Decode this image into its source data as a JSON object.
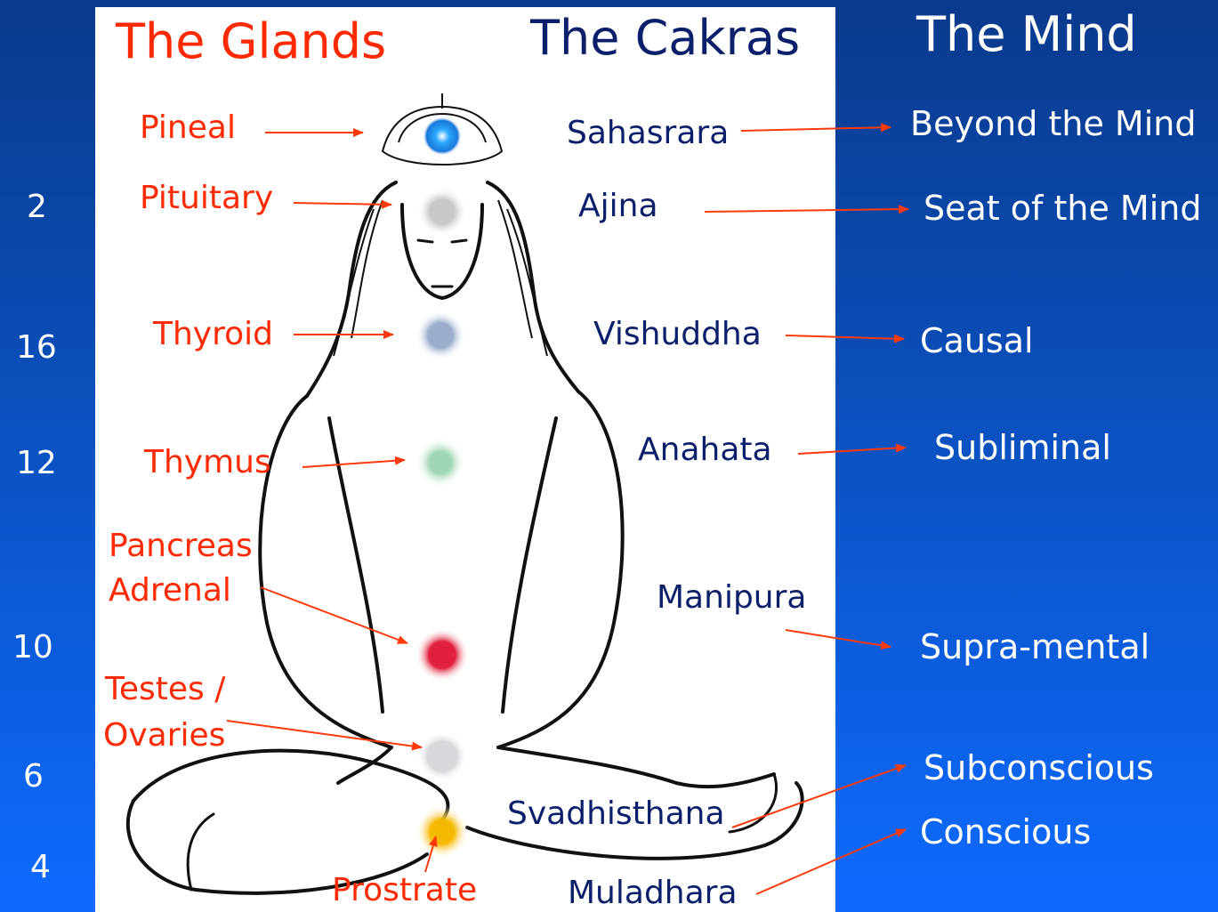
{
  "headings": {
    "glands": "The Glands",
    "cakras": "The Cakras",
    "mind": "The Mind"
  },
  "petal_counts": [
    "2",
    "16",
    "12",
    "10",
    "6",
    "4"
  ],
  "glands": {
    "pineal": "Pineal",
    "pituitary": "Pituitary",
    "thyroid": "Thyroid",
    "thymus": "Thymus",
    "pancreas": "Pancreas",
    "adrenal": "Adrenal",
    "testes": "Testes /",
    "ovaries": "Ovaries",
    "prostrate": "Prostrate"
  },
  "cakras": {
    "sahasrara": "Sahasrara",
    "ajina": "Ajina",
    "vishuddha": "Vishuddha",
    "anahata": "Anahata",
    "manipura": "Manipura",
    "svadhisthana": "Svadhisthana",
    "muladhara": "Muladhara"
  },
  "mind_levels": {
    "beyond": "Beyond the Mind",
    "seat": "Seat of the Mind",
    "causal": "Causal",
    "subliminal": "Subliminal",
    "supra": "Supra-mental",
    "subconscious": "Subconscious",
    "conscious": "Conscious"
  },
  "colors": {
    "gland_text": "#ff2a00",
    "cakra_text": "#0b1f6b",
    "arrow": "#ff3a0a",
    "crown": "#2aa8ff",
    "third_eye": "#c8c8c8",
    "throat": "#9aaecc",
    "heart": "#9fd6b4",
    "solar": "#e0203c",
    "sacral": "#d8d8dc",
    "root": "#f5b800"
  }
}
